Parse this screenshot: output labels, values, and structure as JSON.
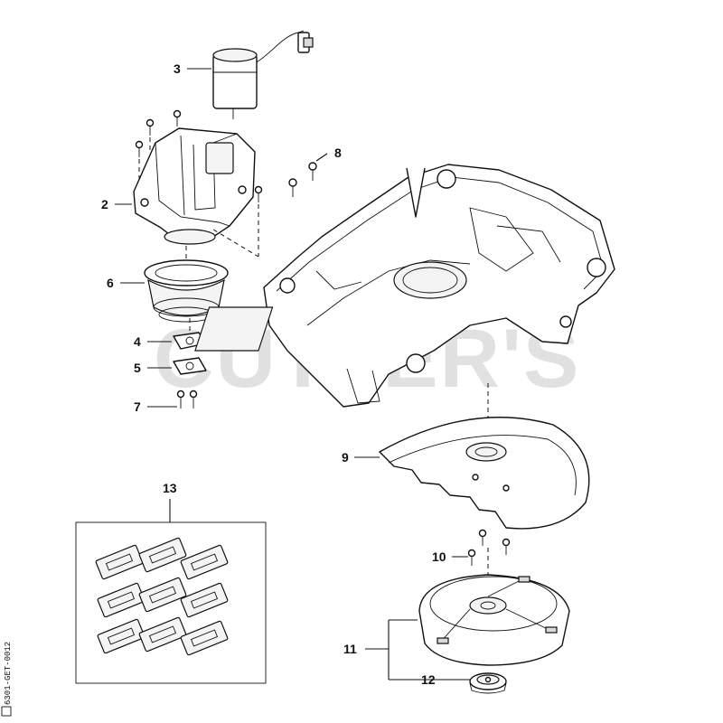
{
  "watermark": "CUTLER'S",
  "drawing_code": "6301-GET-0012",
  "callouts": [
    {
      "id": "p3",
      "label": "3"
    },
    {
      "id": "p8",
      "label": "8"
    },
    {
      "id": "p2",
      "label": "2"
    },
    {
      "id": "p6",
      "label": "6"
    },
    {
      "id": "p4",
      "label": "4"
    },
    {
      "id": "p5",
      "label": "5"
    },
    {
      "id": "p7",
      "label": "7"
    },
    {
      "id": "p9",
      "label": "9"
    },
    {
      "id": "p13",
      "label": "13"
    },
    {
      "id": "p10",
      "label": "10"
    },
    {
      "id": "p11",
      "label": "11"
    },
    {
      "id": "p12",
      "label": "12"
    }
  ]
}
